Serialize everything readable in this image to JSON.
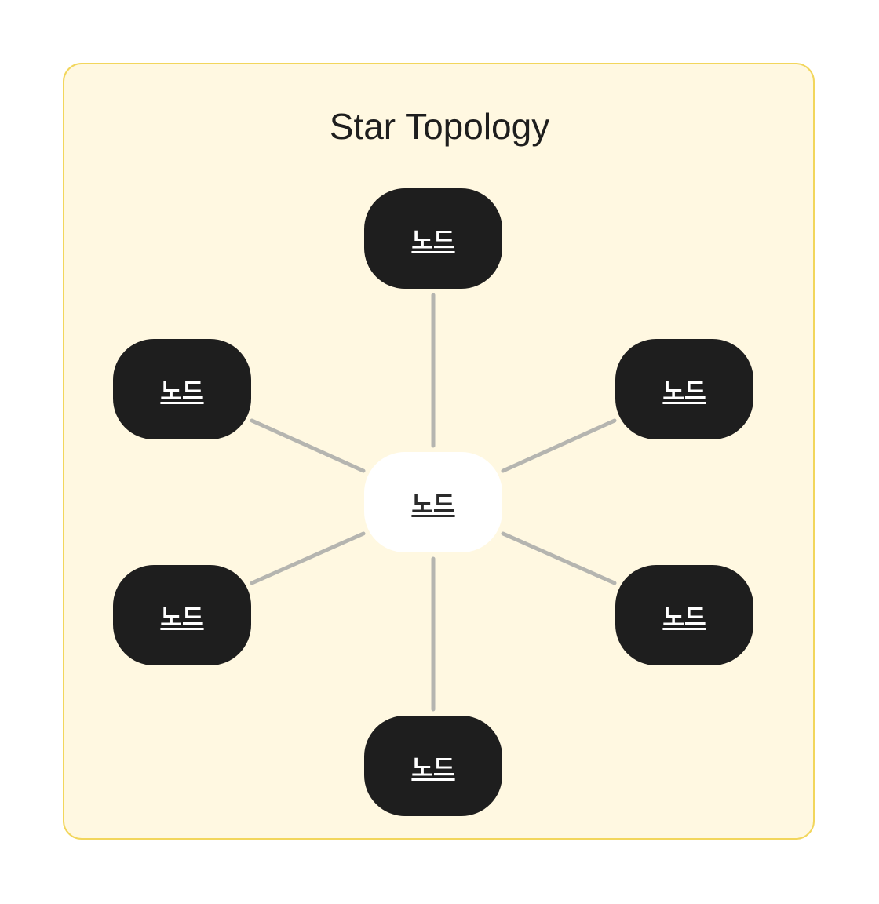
{
  "diagram": {
    "title": "Star Topology",
    "colors": {
      "frame_fill": "#fff8e1",
      "frame_border": "#f2d65c",
      "leaf_fill": "#1e1e1e",
      "hub_fill": "#ffffff",
      "link": "#b5b5b0"
    },
    "hub": {
      "label": "노드"
    },
    "leaves": [
      {
        "id": "top",
        "label": "노드"
      },
      {
        "id": "upper-left",
        "label": "노드"
      },
      {
        "id": "upper-right",
        "label": "노드"
      },
      {
        "id": "lower-left",
        "label": "노드"
      },
      {
        "id": "lower-right",
        "label": "노드"
      },
      {
        "id": "bottom",
        "label": "노드"
      }
    ]
  }
}
